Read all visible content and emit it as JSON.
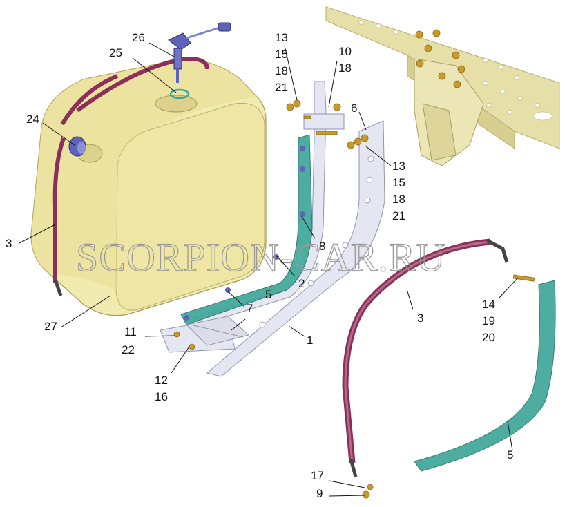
{
  "watermark": "SCORPION-CAR.RU",
  "colors": {
    "tank": "#f2ebb0",
    "tank_shade": "#c9bd6a",
    "strap": "#8c2f5a",
    "gasket": "#3aa596",
    "bracket": "#e4e6f2",
    "frame": "#e6dfa8",
    "cap_blue": "#5d63b9"
  },
  "labels": {
    "l26": "26",
    "l25": "25",
    "l24": "24",
    "l3a": "3",
    "l27": "27",
    "l13a": "13",
    "l15a": "15",
    "l18a": "18",
    "l21a": "21",
    "l10": "10",
    "l18b": "18",
    "l6": "6",
    "l13b": "13",
    "l15b": "15",
    "l18c": "18",
    "l21b": "21",
    "l8": "8",
    "l2": "2",
    "l5a": "5",
    "l7": "7",
    "l11": "11",
    "l22": "22",
    "l1": "1",
    "l12": "12",
    "l16": "16",
    "l3b": "3",
    "l14": "14",
    "l19": "19",
    "l20": "20",
    "l5b": "5",
    "l17": "17",
    "l9": "9"
  }
}
